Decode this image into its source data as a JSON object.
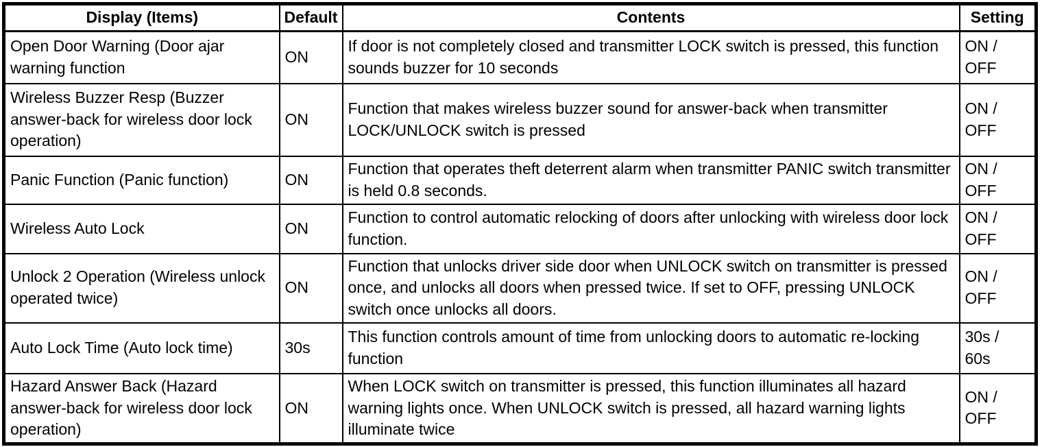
{
  "table": {
    "headers": {
      "display": "Display (Items)",
      "default": "Default",
      "contents": "Contents",
      "setting": "Setting"
    },
    "rows": [
      {
        "display": "Open Door Warning (Door ajar warning function",
        "default": "ON",
        "contents": "If door is not completely closed and transmitter LOCK switch is pressed, this function sounds buzzer for 10 seconds",
        "setting": "ON /\nOFF"
      },
      {
        "display": "Wireless Buzzer Resp (Buzzer answer-back for wireless door lock operation)",
        "default": "ON",
        "contents": "Function that makes wireless buzzer sound for answer-back when transmitter LOCK/UNLOCK switch is pressed",
        "setting": "ON /\nOFF"
      },
      {
        "display": "Panic Function (Panic function)",
        "default": "ON",
        "contents": "Function that operates theft deterrent alarm when transmitter PANIC switch transmitter is held 0.8 seconds.",
        "setting": "ON /\nOFF"
      },
      {
        "display": "Wireless Auto Lock",
        "default": "ON",
        "contents": "Function to control automatic relocking of doors after unlocking with wireless door lock function.",
        "setting": "ON /\nOFF"
      },
      {
        "display": "Unlock 2 Operation (Wireless unlock operated twice)",
        "default": "ON",
        "contents": "Function that unlocks driver side door when UNLOCK switch on transmitter is pressed once, and unlocks all doors when pressed twice. If set to OFF, pressing UNLOCK switch once unlocks all doors.",
        "setting": "ON /\nOFF"
      },
      {
        "display": "Auto Lock Time (Auto lock time)",
        "default": "30s",
        "contents": "This function controls amount of time from unlocking doors to automatic re-locking function",
        "setting": "30s /\n60s"
      },
      {
        "display": "Hazard Answer Back (Hazard answer-back for wireless door lock operation)",
        "default": "ON",
        "contents": "When LOCK switch on transmitter is pressed, this function illuminates all hazard warning lights once. When UNLOCK switch is pressed, all hazard warning lights illuminate twice",
        "setting": "ON /\nOFF"
      }
    ]
  }
}
